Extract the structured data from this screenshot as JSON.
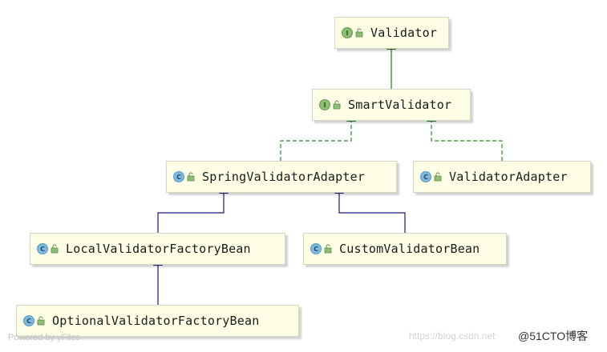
{
  "diagram": {
    "nodes": [
      {
        "id": "validator",
        "label": "Validator",
        "kind": "interface",
        "badge": "I"
      },
      {
        "id": "smart-validator",
        "label": "SmartValidator",
        "kind": "interface",
        "badge": "I"
      },
      {
        "id": "spring-validator-adapter",
        "label": "SpringValidatorAdapter",
        "kind": "class",
        "badge": "C"
      },
      {
        "id": "validator-adapter",
        "label": "ValidatorAdapter",
        "kind": "class",
        "badge": "C"
      },
      {
        "id": "local-validator-factory-bean",
        "label": "LocalValidatorFactoryBean",
        "kind": "class",
        "badge": "C"
      },
      {
        "id": "custom-validator-bean",
        "label": "CustomValidatorBean",
        "kind": "class",
        "badge": "C"
      },
      {
        "id": "optional-validator-factory-bean",
        "label": "OptionalValidatorFactoryBean",
        "kind": "class",
        "badge": "C"
      }
    ],
    "edges": [
      {
        "from": "smart-validator",
        "to": "validator",
        "relation": "interface-extends"
      },
      {
        "from": "spring-validator-adapter",
        "to": "smart-validator",
        "relation": "implements"
      },
      {
        "from": "validator-adapter",
        "to": "smart-validator",
        "relation": "implements"
      },
      {
        "from": "local-validator-factory-bean",
        "to": "spring-validator-adapter",
        "relation": "extends"
      },
      {
        "from": "custom-validator-bean",
        "to": "spring-validator-adapter",
        "relation": "extends"
      },
      {
        "from": "optional-validator-factory-bean",
        "to": "local-validator-factory-bean",
        "relation": "extends"
      }
    ],
    "colors": {
      "node_fill": "#fefee6",
      "interface_extends": "#1f7a1f",
      "implements": "#2e8b2e",
      "extends": "#1a1a80"
    }
  },
  "footer": {
    "powered_by": "Powered by yFiles",
    "watermark": "https://blog.csdn.net",
    "credit": "@51CTO博客"
  }
}
